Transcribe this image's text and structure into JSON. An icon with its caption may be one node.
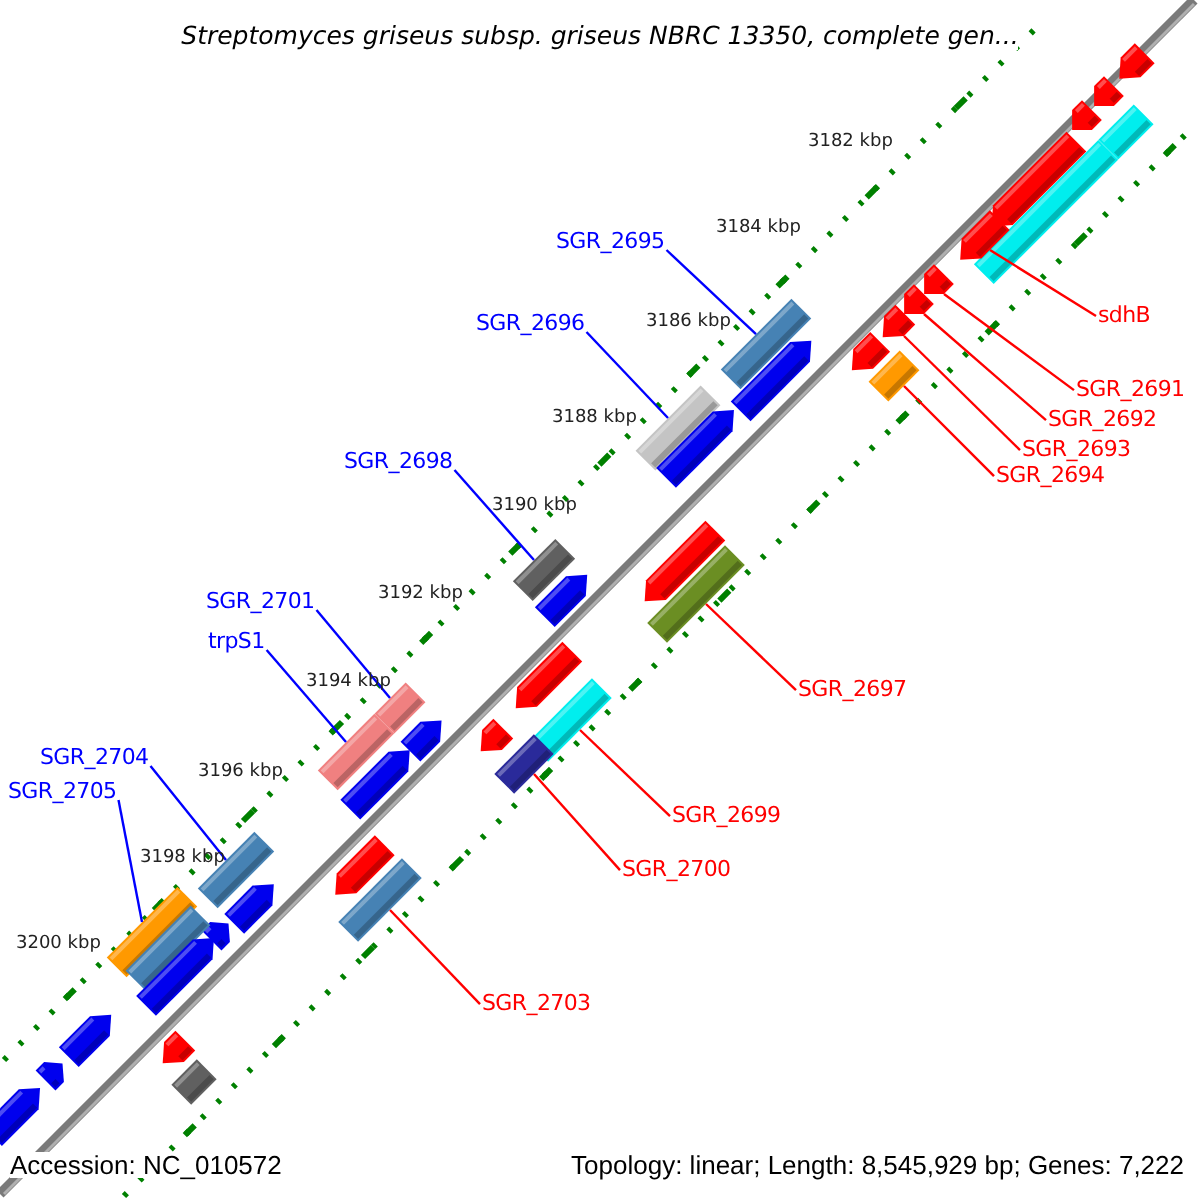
{
  "diagram": {
    "title": "Streptomyces griseus subsp. griseus NBRC 13350, complete gen...",
    "nodes": [
      {
        "text": [
          "SGR_2695"
        ]
      },
      {
        "text": [
          "sdhB"
        ]
      },
      {
        "text": [
          "SGR_2696"
        ]
      },
      {
        "text": [
          "SGR_2691"
        ]
      },
      {
        "text": [
          "SGR_2692"
        ]
      },
      {
        "text": [
          "SGR_2693"
        ]
      },
      {
        "text": [
          "SGR_2698"
        ]
      },
      {
        "text": [
          "SGR_2694"
        ]
      },
      {
        "text": [
          "SGR_2701"
        ]
      },
      {
        "text": [
          "trpS1"
        ]
      },
      {
        "text": [
          "SGR_2697"
        ]
      },
      {
        "text": [
          "SGR_2704"
        ]
      },
      {
        "text": [
          "SGR_2705"
        ]
      },
      {
        "text": [
          "SGR_2699"
        ]
      },
      {
        "text": [
          "SGR_2700"
        ]
      },
      {
        "text": [
          "SGR_2703"
        ]
      },
      {
        "text": [],
        "shape": "pentagon"
      },
      {
        "text": [],
        "shape": "pentagon"
      },
      {
        "text": [],
        "shape": "pentagon"
      },
      {
        "text": [],
        "shape": "bar"
      },
      {
        "text": [],
        "shape": "pentagon"
      },
      {
        "text": [],
        "shape": "bar"
      },
      {
        "text": [],
        "shape": "pentagon"
      },
      {
        "text": [],
        "shape": "pentagon"
      },
      {
        "text": [],
        "shape": "pentagon"
      },
      {
        "text": [],
        "shape": "pentagon"
      },
      {
        "text": [],
        "shape": "bar"
      },
      {
        "text": [],
        "shape": "pentagon"
      },
      {
        "text": [],
        "shape": "pentagon"
      },
      {
        "text": [],
        "shape": "bar"
      },
      {
        "text": [],
        "shape": "bar"
      },
      {
        "text": [],
        "shape": "pentagon"
      },
      {
        "text": [],
        "shape": "pentagon"
      },
      {
        "text": [],
        "shape": "bar"
      },
      {
        "text": [],
        "shape": "bar"
      },
      {
        "text": [],
        "shape": "pentagon"
      },
      {
        "text": [],
        "shape": "pentagon"
      },
      {
        "text": [],
        "shape": "bar"
      },
      {
        "text": [],
        "shape": "bar"
      },
      {
        "text": [],
        "shape": "pentagon"
      },
      {
        "text": [],
        "shape": "pentagon"
      },
      {
        "text": [],
        "shape": "bar"
      },
      {
        "text": [],
        "shape": "bar"
      },
      {
        "text": [],
        "shape": "pentagon"
      },
      {
        "text": [],
        "shape": "bar"
      },
      {
        "text": [],
        "shape": "pentagon"
      },
      {
        "text": [],
        "shape": "bar"
      },
      {
        "text": [],
        "shape": "pentagon"
      },
      {
        "text": [],
        "shape": "bar"
      },
      {
        "text": [],
        "shape": "pentagon"
      },
      {
        "text": [],
        "shape": "bar"
      },
      {
        "text": [],
        "shape": "pentagon"
      },
      {
        "text": [],
        "shape": "pentagon"
      },
      {
        "text": [],
        "shape": "pentagon"
      },
      {
        "text": [],
        "shape": "pentagon"
      },
      {
        "text": [],
        "shape": "bar"
      },
      {
        "text": [],
        "shape": "pentagon"
      }
    ],
    "edges": [
      {
        "from": 0,
        "to": 26,
        "arrow": "none",
        "color": "#0000ff"
      },
      {
        "from": 1,
        "to": 22,
        "arrow": "none"
      },
      {
        "from": 2,
        "to": 30,
        "arrow": "none",
        "color": "#0000ff"
      },
      {
        "from": 3,
        "to": 23,
        "arrow": "none"
      },
      {
        "from": 4,
        "to": 24,
        "arrow": "none"
      },
      {
        "from": 5,
        "to": 25,
        "arrow": "none"
      },
      {
        "from": 6,
        "to": 33,
        "arrow": "none",
        "color": "#0000ff"
      },
      {
        "from": 7,
        "to": 29,
        "arrow": "none"
      },
      {
        "from": 8,
        "to": 37,
        "arrow": "none",
        "color": "#0000ff"
      },
      {
        "from": 9,
        "to": 41,
        "arrow": "none",
        "color": "#0000ff"
      },
      {
        "from": 10,
        "to": 34,
        "arrow": "none"
      },
      {
        "from": 11,
        "to": 44,
        "arrow": "none",
        "color": "#0000ff"
      },
      {
        "from": 12,
        "to": 48,
        "arrow": "none",
        "color": "#0000ff"
      },
      {
        "from": 13,
        "to": 38,
        "arrow": "none"
      },
      {
        "from": 14,
        "to": 42,
        "arrow": "none"
      },
      {
        "from": 15,
        "to": 46,
        "arrow": "none"
      }
    ],
    "labels": [
      "3182 kbp",
      "3184 kbp",
      "3186 kbp",
      "3188 kbp",
      "3190 kbp",
      "3192 kbp",
      "3194 kbp",
      "3196 kbp",
      "3198 kbp",
      "3200 kbp",
      "Accession: NC_010572",
      "Topology: linear; Length: 8,545,929 bp; Genes: 7,222"
    ]
  }
}
